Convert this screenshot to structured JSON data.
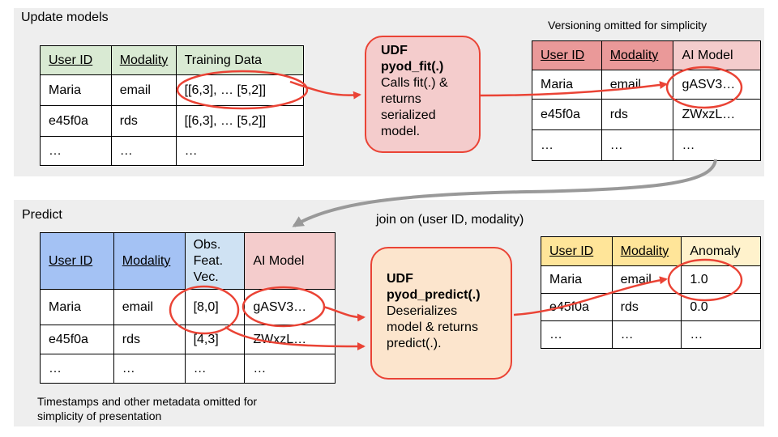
{
  "update": {
    "title": "Update models",
    "note": "Versioning omitted for simplicity",
    "training_table": {
      "headers": [
        "User ID",
        "Modality",
        "Training Data"
      ],
      "rows": [
        [
          "Maria",
          "email",
          "[[6,3], … [5,2]]"
        ],
        [
          "e45f0a",
          "rds",
          "[[6,3], … [5,2]]"
        ],
        [
          "…",
          "…",
          "…"
        ]
      ]
    },
    "udf": {
      "name_line1": "UDF",
      "name_line2": "pyod_fit(.)",
      "desc": [
        "Calls fit(.) &",
        "returns",
        "serialized",
        "model."
      ]
    },
    "model_table": {
      "headers": [
        "User ID",
        "Modality",
        "AI Model"
      ],
      "rows": [
        [
          "Maria",
          "email",
          "gASV3…"
        ],
        [
          "e45f0a",
          "rds",
          "ZWxzL…"
        ],
        [
          "…",
          "…",
          "…"
        ]
      ]
    }
  },
  "join_label": "join on (user ID, modality)",
  "predict": {
    "title": "Predict",
    "note": [
      "Timestamps and other metadata omitted for",
      "simplicity of presentation"
    ],
    "input_table": {
      "headers": [
        "User ID",
        "Modality",
        "Obs.",
        "Feat.",
        "Vec.",
        "AI Model"
      ],
      "rows": [
        [
          "Maria",
          "email",
          "[8,0]",
          "gASV3…"
        ],
        [
          "e45f0a",
          "rds",
          "[4,3]",
          "ZWxzL…"
        ],
        [
          "…",
          "…",
          "…",
          "…"
        ]
      ]
    },
    "udf": {
      "name_line1": "UDF",
      "name_line2": "pyod_predict(.)",
      "desc": [
        "Deserializes",
        "model & returns",
        "predict(.)."
      ]
    },
    "output_table": {
      "headers": [
        "User ID",
        "Modality",
        "Anomaly"
      ],
      "rows": [
        [
          "Maria",
          "email",
          "1.0"
        ],
        [
          "e45f0a",
          "rds",
          "0.0"
        ],
        [
          "…",
          "…",
          "…"
        ]
      ]
    }
  },
  "colors": {
    "panel": "#eeeeee",
    "green_header": "#d9ead3",
    "red_header_dark": "#ea9999",
    "red_header_light": "#f4cccc",
    "blue_header": "#a4c2f4",
    "blue_header_light": "#cfe2f3",
    "yellow_header": "#ffe599",
    "yellow_header_light": "#fff2cc",
    "udf_fit_fill": "#f4cccc",
    "udf_predict_fill": "#fce5cd",
    "accent": "#ea4335",
    "gray_arrow": "#999999"
  }
}
